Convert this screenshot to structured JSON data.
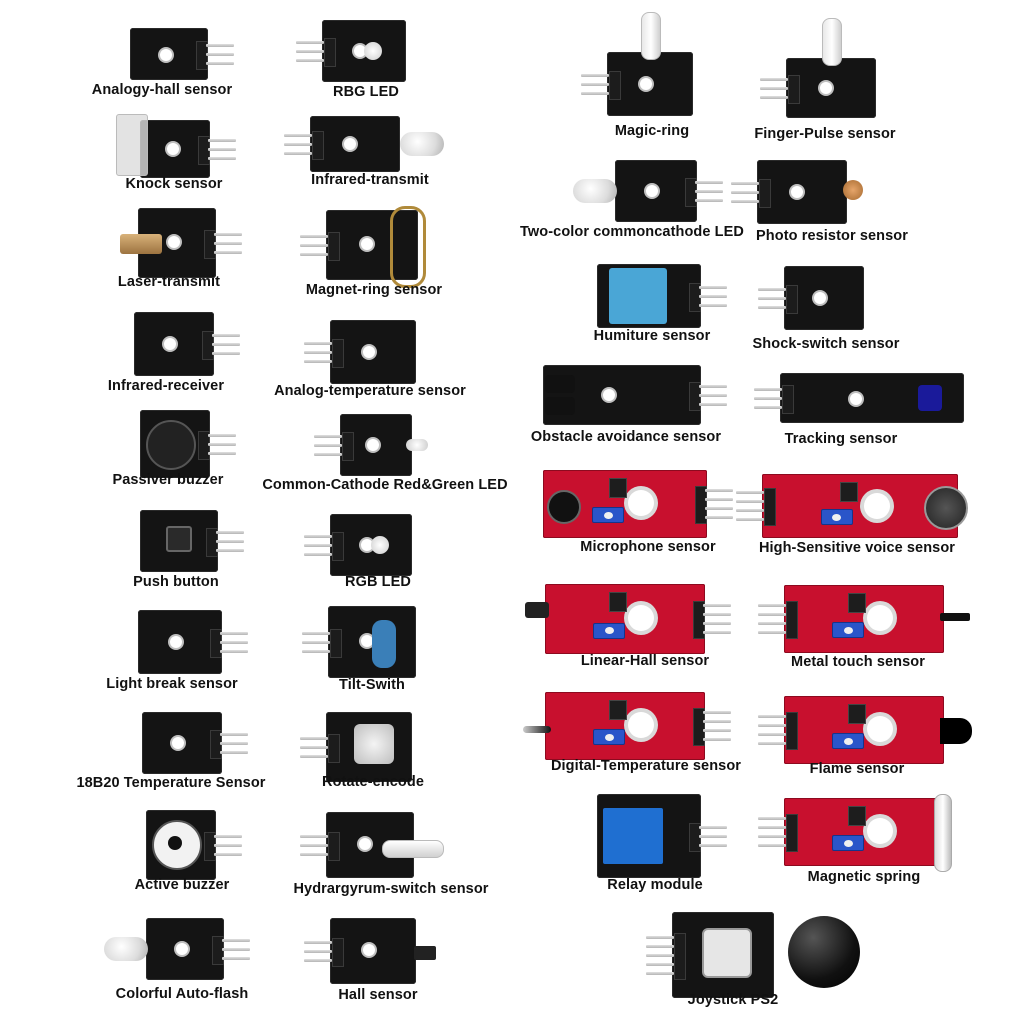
{
  "modules": [
    {
      "id": "analogy-hall-sensor",
      "label": "Analogy-hall sensor",
      "board": "black"
    },
    {
      "id": "rbg-led",
      "label": "RBG LED",
      "board": "black"
    },
    {
      "id": "magic-ring",
      "label": "Magic-ring",
      "board": "black"
    },
    {
      "id": "finger-pulse-sensor",
      "label": "Finger-Pulse sensor",
      "board": "black"
    },
    {
      "id": "knock-sensor",
      "label": "Knock sensor",
      "board": "black"
    },
    {
      "id": "infrared-transmit",
      "label": "Infrared-transmit",
      "board": "black"
    },
    {
      "id": "two-color-commoncathode-led",
      "label": "Two-color commoncathode LED",
      "board": "black"
    },
    {
      "id": "photo-resistor-sensor",
      "label": "Photo resistor sensor",
      "board": "black"
    },
    {
      "id": "laser-transmit",
      "label": "Laser-transmit",
      "board": "black"
    },
    {
      "id": "magnet-ring-sensor",
      "label": "Magnet-ring sensor",
      "board": "black"
    },
    {
      "id": "humiture-sensor",
      "label": "Humiture sensor",
      "board": "black"
    },
    {
      "id": "shock-switch-sensor",
      "label": "Shock-switch sensor",
      "board": "black"
    },
    {
      "id": "infrared-receiver",
      "label": "Infrared-receiver",
      "board": "black"
    },
    {
      "id": "analog-temperature-sensor",
      "label": "Analog-temperature sensor",
      "board": "black"
    },
    {
      "id": "obstacle-avoidance-sensor",
      "label": "Obstacle avoidance sensor",
      "board": "black"
    },
    {
      "id": "tracking-sensor",
      "label": "Tracking sensor",
      "board": "black"
    },
    {
      "id": "passiver-buzzer",
      "label": "Passiver buzzer",
      "board": "black"
    },
    {
      "id": "common-cathode-red-green-led",
      "label": "Common-Cathode Red&Green LED",
      "board": "black"
    },
    {
      "id": "microphone-sensor",
      "label": "Microphone sensor",
      "board": "red"
    },
    {
      "id": "high-sensitive-voice-sensor",
      "label": "High-Sensitive voice sensor",
      "board": "red"
    },
    {
      "id": "push-button",
      "label": "Push button",
      "board": "black"
    },
    {
      "id": "rgb-led",
      "label": "RGB LED",
      "board": "black"
    },
    {
      "id": "linear-hall-sensor",
      "label": "Linear-Hall sensor",
      "board": "red"
    },
    {
      "id": "metal-touch-sensor",
      "label": "Metal touch sensor",
      "board": "red"
    },
    {
      "id": "light-break-sensor",
      "label": "Light break sensor",
      "board": "black"
    },
    {
      "id": "tilt-swith",
      "label": "Tilt-Swith",
      "board": "black"
    },
    {
      "id": "digital-temperature-sensor",
      "label": "Digital-Temperature sensor",
      "board": "red"
    },
    {
      "id": "flame-sensor",
      "label": "Flame sensor",
      "board": "red"
    },
    {
      "id": "18b20-temperature-sensor",
      "label": "18B20 Temperature Sensor",
      "board": "black"
    },
    {
      "id": "rotate-encode",
      "label": "Rotate-encode",
      "board": "black"
    },
    {
      "id": "relay-module",
      "label": "Relay module",
      "board": "black"
    },
    {
      "id": "magnetic-spring",
      "label": "Magnetic spring",
      "board": "red"
    },
    {
      "id": "active-buzzer",
      "label": "Active buzzer",
      "board": "black"
    },
    {
      "id": "hydrargyrum-switch-sensor",
      "label": "Hydrargyrum-switch sensor",
      "board": "black"
    },
    {
      "id": "colorful-auto-flash",
      "label": "Colorful Auto-flash",
      "board": "black"
    },
    {
      "id": "hall-sensor",
      "label": "Hall sensor",
      "board": "black"
    },
    {
      "id": "joystick-ps2",
      "label": "Joystick PS2",
      "board": "black"
    }
  ],
  "colors": {
    "board_black": "#141414",
    "board_red": "#c8102e",
    "pot_blue": "#2a55c9",
    "pin_silver": "#b5b5b5",
    "label_text": "#111111",
    "background": "#ffffff"
  }
}
